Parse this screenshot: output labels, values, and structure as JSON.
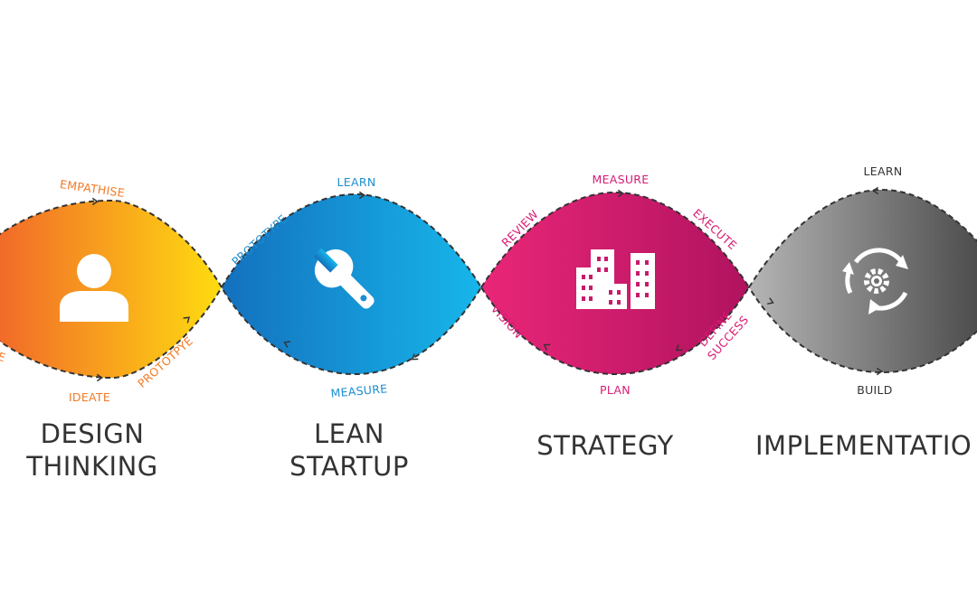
{
  "colors": {
    "orange_start": "#ee4f2f",
    "orange_end": "#ffdc10",
    "blue_start": "#1470be",
    "blue_end": "#16b6ea",
    "pink_start": "#ea2678",
    "pink_end": "#b0135f",
    "gray_start": "#b5b5b5",
    "gray_end": "#3d3d3d",
    "dash": "#333333",
    "title": "#333333"
  },
  "phases": [
    {
      "key": "design",
      "title_lines": [
        "DESIGN",
        "THINKING"
      ],
      "icon": "person-icon",
      "label_color": "#f37a26",
      "labels": {
        "top": "EMPATHISE",
        "bottom": "IDEATE",
        "bottom_right": "PROTOTPYE",
        "left_clipped": "E"
      }
    },
    {
      "key": "lean",
      "title_lines": [
        "LEAN",
        "STARTUP"
      ],
      "icon": "wrench-icon",
      "label_color": "#1d8fd0",
      "labels": {
        "top": "LEARN",
        "top_left": "PROTOTYPE",
        "bottom": "MEASURE"
      }
    },
    {
      "key": "strategy",
      "title_lines": [
        "STRATEGY"
      ],
      "icon": "buildings-icon",
      "label_color": "#d81b73",
      "labels": {
        "top": "MEASURE",
        "top_left": "REVIEW",
        "top_right": "EXECUTE",
        "bottom_left": "VISION",
        "bottom_right_1": "DEFINE",
        "bottom_right_2": "SUCCESS",
        "bottom": "PLAN"
      }
    },
    {
      "key": "implementation",
      "title_lines": [
        "IMPLEMENTATIO"
      ],
      "icon": "gear-cycle-icon",
      "label_color": "#333333",
      "labels": {
        "top": "LEARN",
        "bottom": "BUILD"
      }
    }
  ]
}
